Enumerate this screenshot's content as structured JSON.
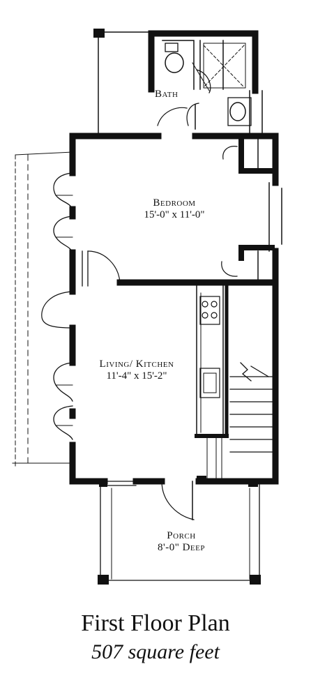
{
  "rooms": {
    "bath": {
      "name": "Bath"
    },
    "bedroom": {
      "name": "Bedroom",
      "dimensions": "15'-0\" x 11'-0\""
    },
    "living_kitchen": {
      "name": "Living/ Kitchen",
      "dimensions": "11'-4\" x 15'-2\""
    },
    "porch": {
      "name": "Porch",
      "depth": "8'-0\" Deep"
    }
  },
  "caption": {
    "title": "First Floor Plan",
    "subtitle": "507 square feet"
  },
  "colors": {
    "wall": "#111111",
    "line": "#222222",
    "background": "#ffffff"
  }
}
